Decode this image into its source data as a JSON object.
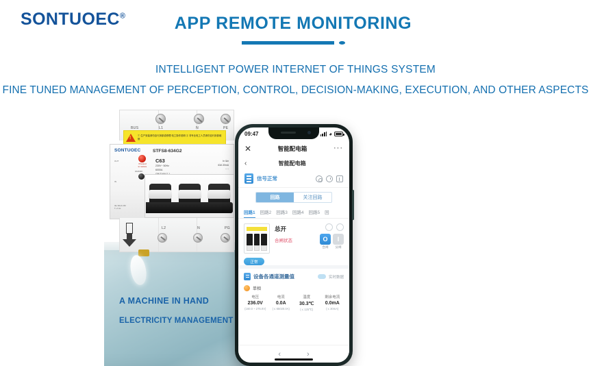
{
  "brand": {
    "name": "SONTUOEC",
    "mark": "®"
  },
  "header": {
    "title": "APP REMOTE MONITORING",
    "subtitle_1": "INTELLIGENT POWER INTERNET OF THINGS SYSTEM",
    "subtitle_2": "FINE TUNED MANAGEMENT OF PERCEPTION, CONTROL, DECISION-MAKING, EXECUTION, AND OTHER ASPECTS",
    "accent_color": "#1478b4",
    "brand_color": "#14539a"
  },
  "pedestal": {
    "line_1": "A MACHINE IN HAND",
    "line_2": "ELECTRICITY MANAGEMENT"
  },
  "breaker": {
    "brand": "SONTUOEC",
    "model": "STFS8-634G2",
    "rating": "C63",
    "spec_lines": "230V~ 50Hz\n6000A\nGB/T16917.1",
    "spec_right": "In  IΔn\n63A  30mA\n~  ~",
    "reset_label": "Pressed\nto restore",
    "onoff_label": "ON/OFF",
    "extra_label": "IΔn 30mA  C63\nT ≤ 0.1s",
    "terminals_top": [
      "BUS",
      "L1",
      "N",
      "PE"
    ],
    "terminals_bottom": [
      "L2",
      "N",
      "PG"
    ],
    "warning_text": "① 生产安装请勿自行拆卸或修理\n电工操作说明\n② 非专业电工人员请勿自行拆卸维修",
    "warning_icon": "warning-triangle-icon"
  },
  "phone": {
    "status": {
      "time": "09:47",
      "signal": "signal-bars-icon",
      "wifi": "wifi-icon",
      "battery": "battery-icon"
    },
    "navbar": {
      "close": "✕",
      "title": "智能配电箱",
      "more": "···"
    },
    "subbar": {
      "back": "‹",
      "title": "智能配电箱"
    },
    "signal_row": {
      "label": "信号正常",
      "icons": [
        "gear-icon",
        "clock-icon",
        "report-icon"
      ]
    },
    "segments": [
      {
        "label": "回路",
        "active": true
      },
      {
        "label": "关注回路",
        "active": false
      }
    ],
    "circuit_tabs": [
      {
        "label": "回路1",
        "active": true
      },
      {
        "label": "回路2",
        "active": false
      },
      {
        "label": "回路3",
        "active": false
      },
      {
        "label": "回路4",
        "active": false
      },
      {
        "label": "回路5",
        "active": false
      },
      {
        "label": "回",
        "active": false
      }
    ],
    "card": {
      "title": "总开",
      "status": "合闸状态",
      "badge": "正常",
      "on_button": {
        "glyph": "O",
        "label": "合闸"
      },
      "off_button": {
        "glyph": "I",
        "label": "分闸"
      },
      "icons": [
        "refresh-icon",
        "favorite-heart-icon"
      ]
    },
    "measure_section": {
      "title": "设备各通道测量值",
      "right_label": "实时数据",
      "group_label": "单相",
      "columns": [
        {
          "header": "电压",
          "value": "236.0V",
          "range": "(160.0 ~ 275.0V)"
        },
        {
          "header": "电流",
          "value": "0.0A",
          "range": "( ≤ 65020.0A)"
        },
        {
          "header": "温度",
          "value": "30.3℃",
          "range": "( ≤ 125℃)"
        },
        {
          "header": "剩余电流",
          "value": "0.0mA",
          "range": "( ≤ 30mA)"
        }
      ]
    },
    "footer": {
      "prev": "‹",
      "next": "›"
    }
  }
}
